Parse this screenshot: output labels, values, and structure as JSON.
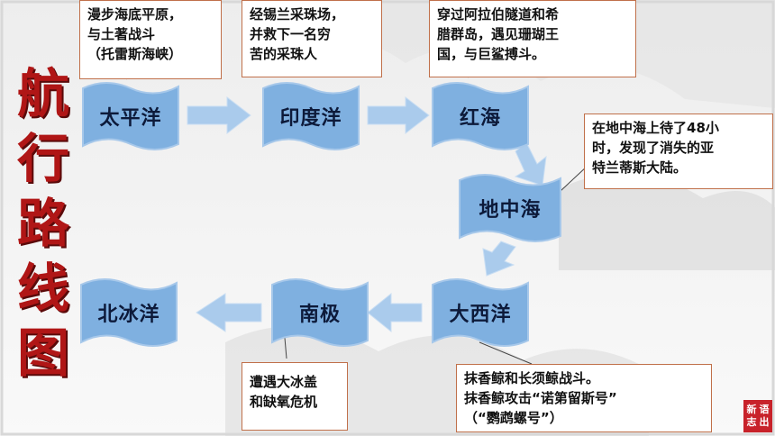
{
  "title_chars": [
    "航",
    "行",
    "路",
    "线",
    "图"
  ],
  "nodes": {
    "pacific": "太平洋",
    "indian": "印度洋",
    "red_sea": "红海",
    "mediterranean": "地中海",
    "atlantic": "大西洋",
    "antarctica": "南极",
    "arctic": "北冰洋"
  },
  "notes": {
    "pacific": [
      "漫步海底平原，",
      "与土著战斗",
      "（托雷斯海峡）"
    ],
    "indian": [
      "经锡兰采珠场，",
      "并救下一名穷",
      "苦的采珠人"
    ],
    "red_sea": [
      "穿过阿拉伯隧道和希",
      "腊群岛，遇见珊瑚王",
      "国，与巨鲨搏斗。"
    ],
    "mediterranean": [
      "在地中海上待了48小",
      "时，发现了消失的亚",
      "特兰蒂斯大陆。"
    ],
    "antarctica": [
      "遭遇大冰盖",
      "和缺氧危机"
    ],
    "atlantic": [
      "抹香鲸和长须鲸战斗。",
      "抹香鲸攻击“诺第留斯号”",
      "（“鹦鹉螺号”）"
    ]
  },
  "stamp_chars": [
    "新",
    "语",
    "志",
    "出"
  ],
  "colors": {
    "title": "#b01616",
    "wave_fill": "#7fb0e0",
    "arrow_fill": "#aacbec",
    "note_border": "#c0704a"
  }
}
